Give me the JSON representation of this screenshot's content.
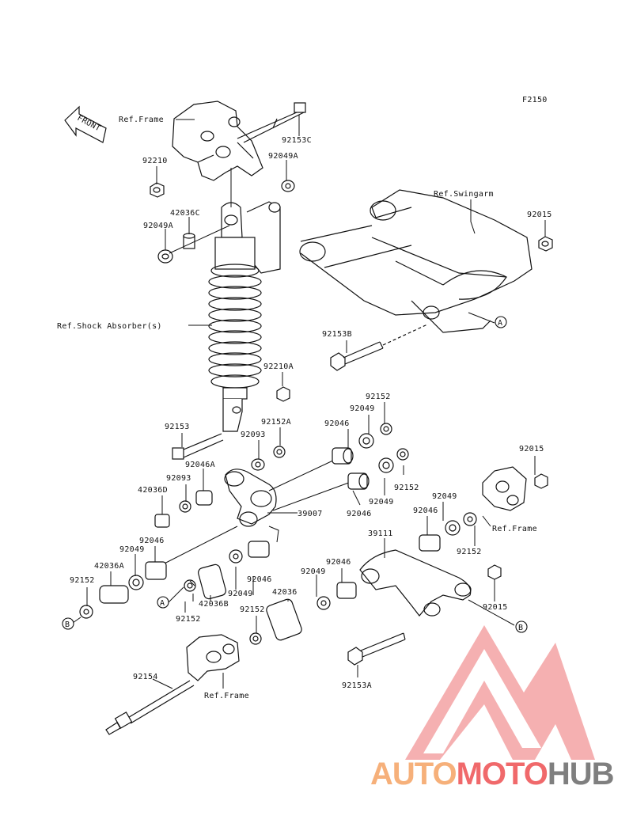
{
  "diagram_code": "F2150",
  "front_label": "FRONT",
  "circle_A": "A",
  "circle_B": "B",
  "labels": {
    "ref_frame_top": "Ref.Frame",
    "ref_frame_right": "Ref.Frame",
    "ref_frame_bottom": "Ref.Frame",
    "ref_swingarm": "Ref.Swingarm",
    "ref_shock": "Ref.Shock Absorber(s)",
    "p92153C": "92153C",
    "p92210": "92210",
    "p92049A_top": "92049A",
    "p42036C": "42036C",
    "p92049A_left": "92049A",
    "p92015_top": "92015",
    "p92153B": "92153B",
    "p92210A": "92210A",
    "p92152_top": "92152",
    "p92049_top": "92049",
    "p92046_top": "92046",
    "p92153": "92153",
    "p92152A": "92152A",
    "p92093_top": "92093",
    "p92015_mid": "92015",
    "p92046A": "92046A",
    "p92093_left": "92093",
    "p92152_mid": "92152",
    "p42036D": "42036D",
    "p92049_mid": "92049",
    "p92046_mid": "92046",
    "p39007": "39007",
    "p92049_right": "92049",
    "p92046_right": "92046",
    "p92046_left": "92046",
    "p92049_left": "92049",
    "p42036A": "42036A",
    "p92152_left": "92152",
    "p39111": "39111",
    "p92152_right": "92152",
    "p92046_low": "92046",
    "p92049_low": "92049",
    "p92049_center": "92049",
    "p42036": "42036",
    "p42036B": "42036B",
    "p92046_center": "92046",
    "p92015_low": "92015",
    "p92152_center": "92152",
    "p92152_low": "92152",
    "p92154": "92154",
    "p92153A": "92153A"
  },
  "watermark": {
    "part1": "AUTO",
    "part2": "MOTO",
    "part3": "HUB",
    "colors": {
      "auto": "#f6b07a",
      "moto": "#f0696b",
      "hub": "#7f7f7f",
      "triangle": "#f08a8c"
    }
  }
}
